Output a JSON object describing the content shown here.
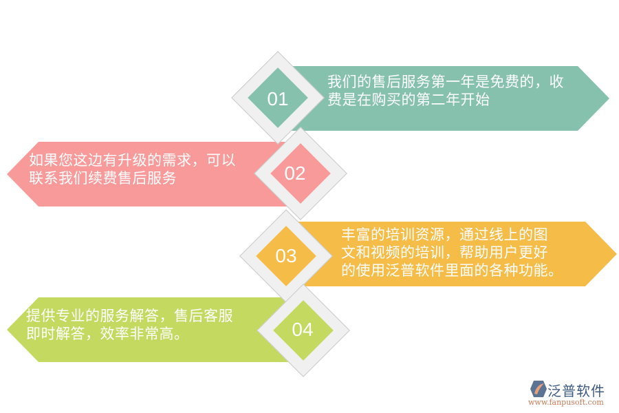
{
  "items": [
    {
      "number": "01",
      "lines": [
        "我们的售后服务第一年是免费的，收",
        "费是在购买的第二年开始"
      ],
      "color": "#85C1AD",
      "direction": "right"
    },
    {
      "number": "02",
      "lines": [
        "如果您这边有升级的需求，可以",
        "联系我们续费售后服务"
      ],
      "color": "#F99A9A",
      "direction": "left"
    },
    {
      "number": "03",
      "lines": [
        "丰富的培训资源，通过线上的图",
        "文和视频的培训，帮助用户更好",
        "的使用泛普软件里面的各种功能。"
      ],
      "color": "#F5BC47",
      "direction": "right"
    },
    {
      "number": "04",
      "lines": [
        "提供专业的服务解答，售后客服",
        "即时解答，效率非常高。"
      ],
      "color": "#C4D95F",
      "direction": "left"
    }
  ],
  "logo": {
    "name": "泛普软件",
    "url": "www.fanpusoft.com"
  }
}
